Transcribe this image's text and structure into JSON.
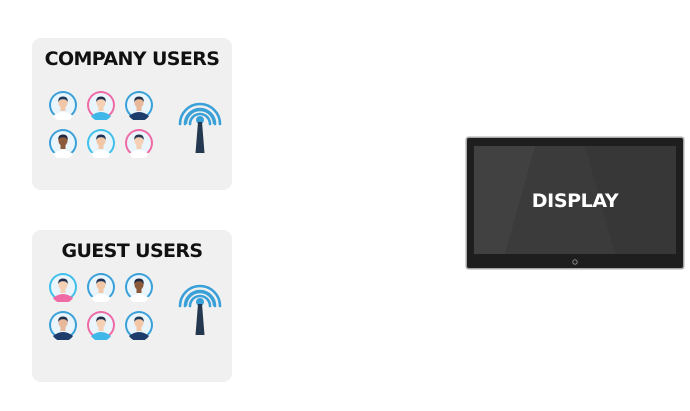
{
  "groups": [
    {
      "title": "COMPANY USERS",
      "avatars": [
        {
          "ring": "#3aa0d8",
          "skin": "#f2c7a8",
          "hair": "#1f3a5c",
          "shirt": "#ffffff"
        },
        {
          "ring": "#f06ba6",
          "skin": "#f5d0b5",
          "hair": "#1e2f4d",
          "shirt": "#3fb7e8"
        },
        {
          "ring": "#3aa0d8",
          "skin": "#e8b89a",
          "hair": "#22304a",
          "shirt": "#1e3d6b"
        },
        {
          "ring": "#3aa0d8",
          "skin": "#8a5a3b",
          "hair": "#1e2740",
          "shirt": "#ffffff"
        },
        {
          "ring": "#3fc0ea",
          "skin": "#f2c7a8",
          "hair": "#1e3258",
          "shirt": "#ffffff"
        },
        {
          "ring": "#f06ba6",
          "skin": "#f5d0b5",
          "hair": "#263650",
          "shirt": "#ffffff"
        }
      ],
      "signal_icon": "wireless-signal-icon"
    },
    {
      "title": "GUEST USERS",
      "avatars": [
        {
          "ring": "#3fc0ea",
          "skin": "#f5d0b5",
          "hair": "#1e2f4d",
          "shirt": "#f06ba6"
        },
        {
          "ring": "#3aa0d8",
          "skin": "#f2c7a8",
          "hair": "#1e3258",
          "shirt": "#ffffff"
        },
        {
          "ring": "#3aa0d8",
          "skin": "#8a5a3b",
          "hair": "#1e2740",
          "shirt": "#ffffff"
        },
        {
          "ring": "#3aa0d8",
          "skin": "#e8b89a",
          "hair": "#22304a",
          "shirt": "#1e3d6b"
        },
        {
          "ring": "#f06ba6",
          "skin": "#f5d0b5",
          "hair": "#1e2f4d",
          "shirt": "#3fb7e8"
        },
        {
          "ring": "#3aa0d8",
          "skin": "#f2c7a8",
          "hair": "#1f3a5c",
          "shirt": "#1e3d6b"
        }
      ],
      "signal_icon": "wireless-signal-icon"
    }
  ],
  "display": {
    "label": "DISPLAY",
    "icon": "tv-display-icon"
  },
  "colors": {
    "panel_bg": "#f0f0f0",
    "signal": "#3aa0d8",
    "signal_mast": "#24384f",
    "screen": "#3a3a3a",
    "bezel": "#9a9a9a"
  }
}
